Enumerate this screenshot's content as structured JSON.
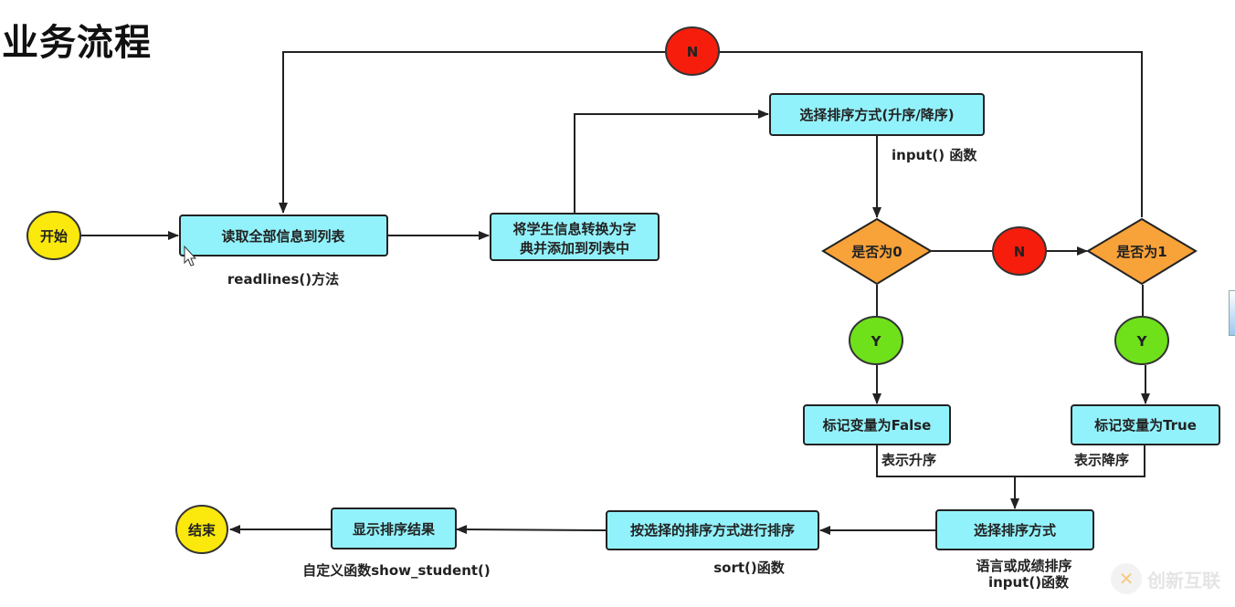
{
  "title": "业务流程",
  "nodes": {
    "start": "开始",
    "read_all": "读取全部信息到列表",
    "convert": [
      "将学生信息转换为字",
      "典并添加到列表中"
    ],
    "choose_order": "选择排序方式(升序/降序)",
    "is_zero": "是否为0",
    "is_one": "是否为1",
    "n_top": "N",
    "n_mid": "N",
    "y_left": "Y",
    "y_right": "Y",
    "mark_false": "标记变量为False",
    "mark_true": "标记变量为True",
    "choose_mode": "选择排序方式",
    "do_sort": "按选择的排序方式进行排序",
    "show_result": "显示排序结果",
    "end": "结束"
  },
  "notes": {
    "readlines": "readlines()方法",
    "input_fn": "input() 函数",
    "ascending": "表示升序",
    "descending": "表示降序",
    "lang_or_score": "语言或成绩排序",
    "input_fn2": "input()函数",
    "sort_fn": "sort()函数",
    "custom_fn": "自定义函数show_student()"
  },
  "watermark": "创新互联",
  "colors": {
    "process": "#92f2fb",
    "decision": "#f8a23a",
    "no": "#f61d0c",
    "yes": "#6ee11b",
    "terminal": "#fbe80c"
  }
}
